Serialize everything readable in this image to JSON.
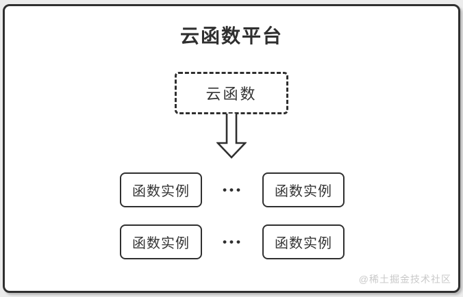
{
  "colors": {
    "page_background": "#ececec",
    "canvas_background": "#ffffff",
    "line": "#2f2f2f",
    "text": "#333333",
    "watermark": "#c9c9c9"
  },
  "diagram": {
    "title": "云函数平台",
    "cloud_function_box": {
      "label": "云函数"
    },
    "arrow": {
      "direction": "down",
      "style": "hollow-outline"
    },
    "rows": [
      {
        "left": "函数实例",
        "dots": "•••",
        "right": "函数实例"
      },
      {
        "left": "函数实例",
        "dots": "•••",
        "right": "函数实例"
      }
    ],
    "watermark": "@稀土掘金技术社区"
  }
}
